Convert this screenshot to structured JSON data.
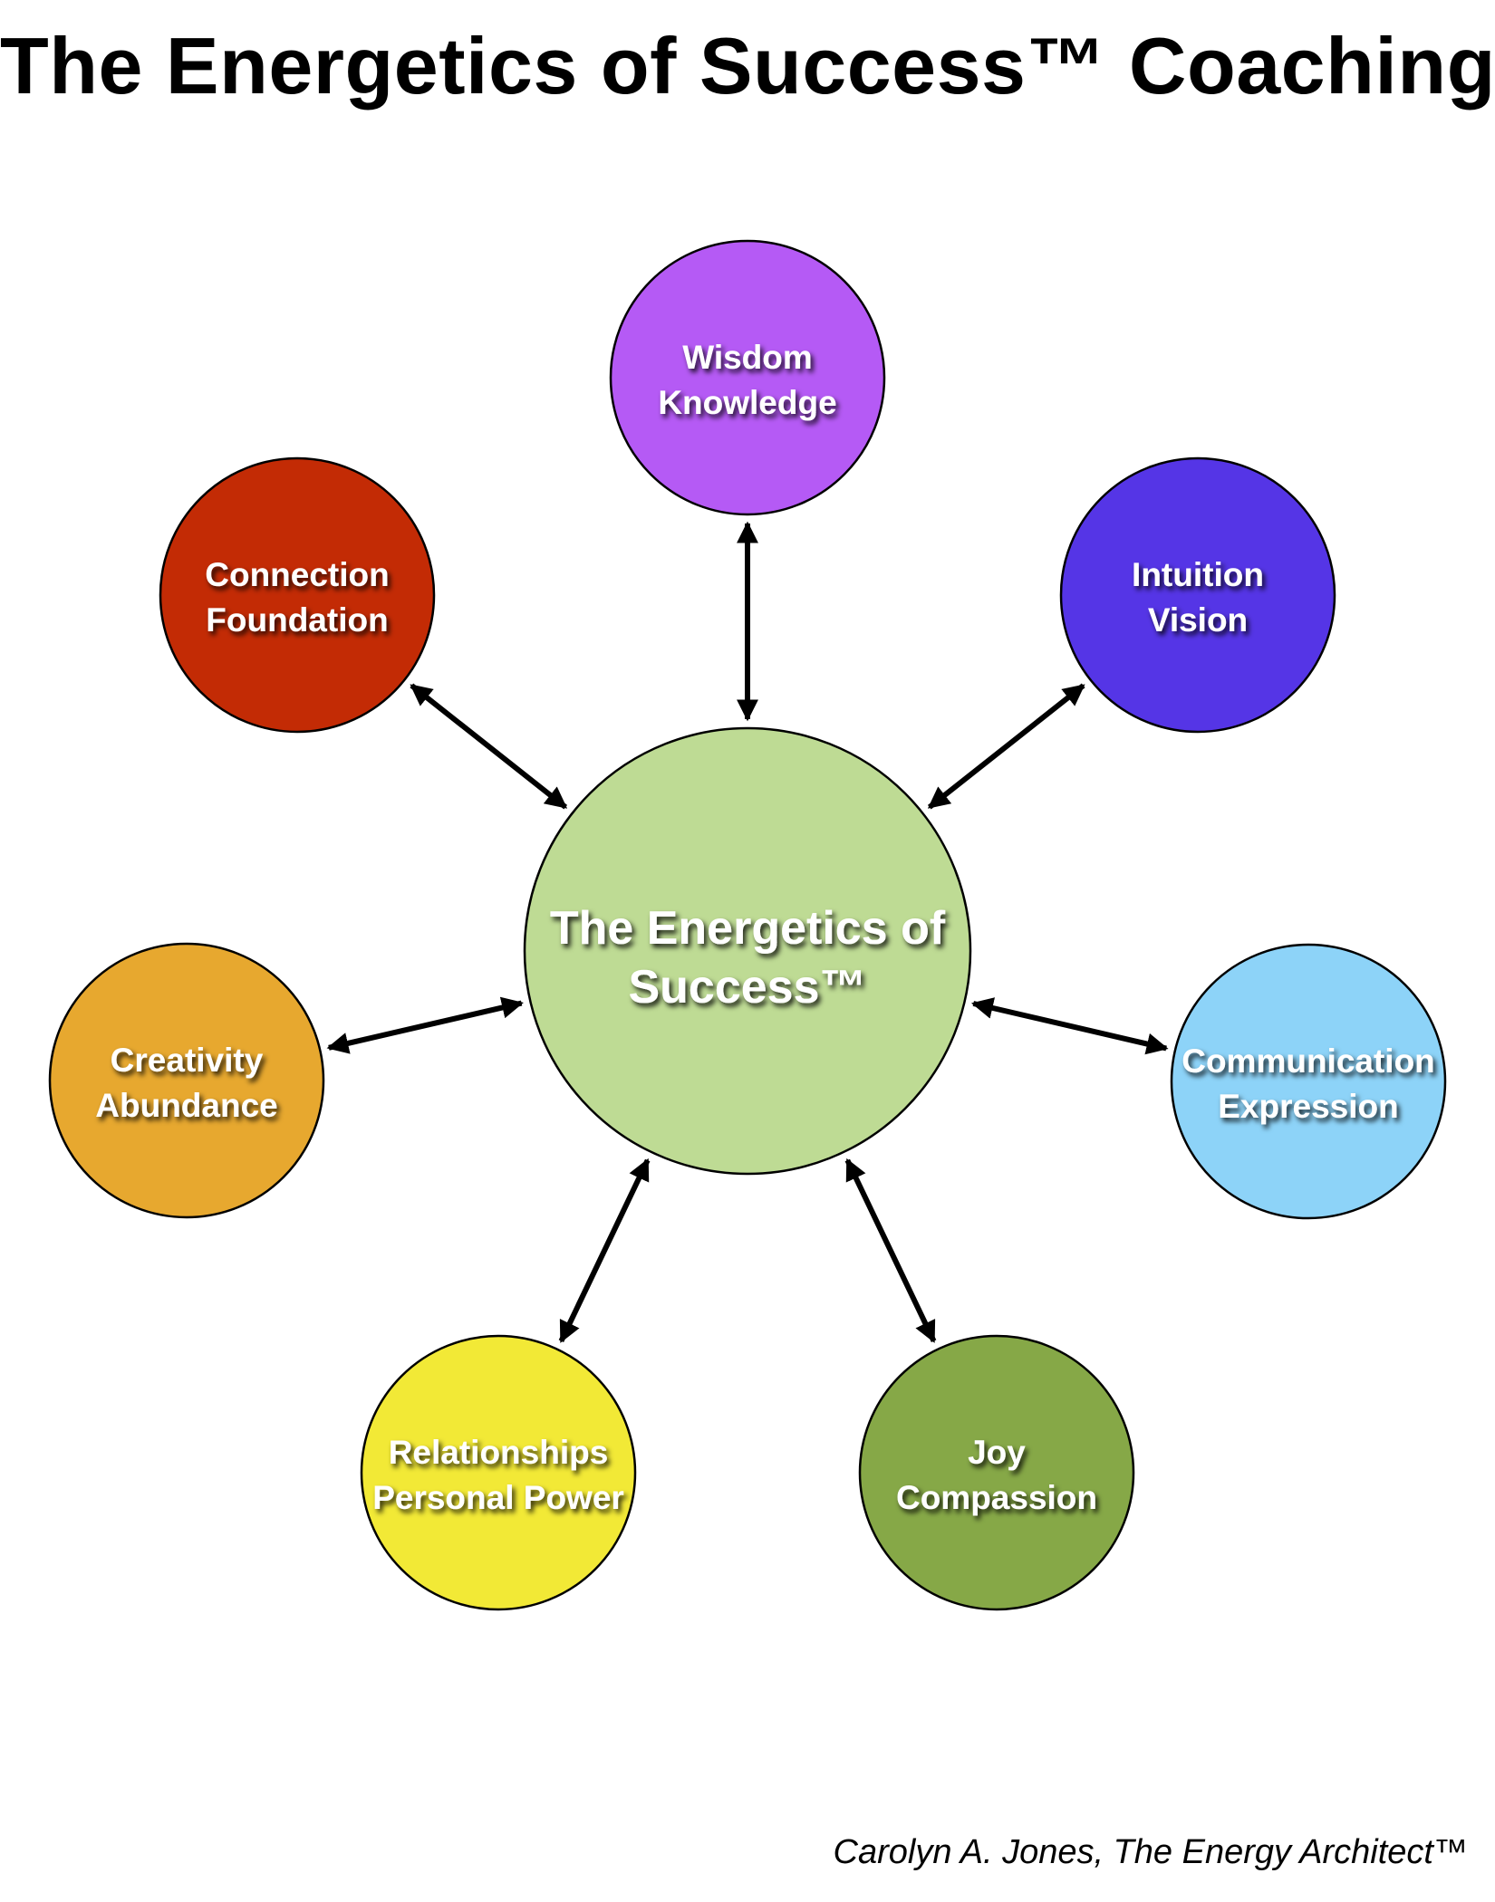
{
  "title": "The Energetics of Success™ Coaching",
  "attribution": "Carolyn A. Jones, The Energy Architect™",
  "center": {
    "line1": "The Energetics of",
    "line2": "Success™",
    "color": "#BEDB94"
  },
  "nodes": [
    {
      "id": "wisdom",
      "line1": "Wisdom",
      "line2": "Knowledge",
      "color": "#B55AF5"
    },
    {
      "id": "intuition",
      "line1": "Intuition",
      "line2": "Vision",
      "color": "#5535E6"
    },
    {
      "id": "communication",
      "line1": "Communication",
      "line2": "Expression",
      "color": "#8DD3F8"
    },
    {
      "id": "joy",
      "line1": "Joy",
      "line2": "Compassion",
      "color": "#86A847"
    },
    {
      "id": "relationships",
      "line1": "Relationships",
      "line2": "Personal Power",
      "color": "#F2E936"
    },
    {
      "id": "creativity",
      "line1": "Creativity",
      "line2": "Abundance",
      "color": "#E7A82F"
    },
    {
      "id": "connection",
      "line1": "Connection",
      "line2": "Foundation",
      "color": "#C32B05"
    }
  ]
}
